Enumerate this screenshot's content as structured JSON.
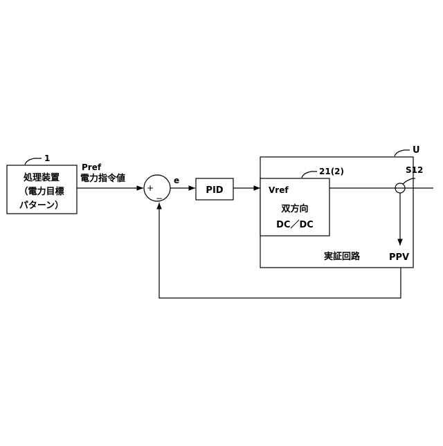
{
  "diagram": {
    "processing_device": {
      "ref_number": "1",
      "line1": "処理装置",
      "line2": "（電力目標",
      "line3": "パターン）"
    },
    "pref_label": "Pref",
    "pref_desc": "電力指令値",
    "summing_junction": {
      "plus": "+",
      "minus": "−"
    },
    "error_label": "e",
    "pid_label": "PID",
    "unit_label": "U",
    "converter": {
      "ref_number": "21(2)",
      "vref_label": "Vref",
      "line1": "双方向",
      "line2": "DC／DC"
    },
    "sensor_label": "S12",
    "circuit_label": "実証回路",
    "ppv_label": "PPV"
  }
}
